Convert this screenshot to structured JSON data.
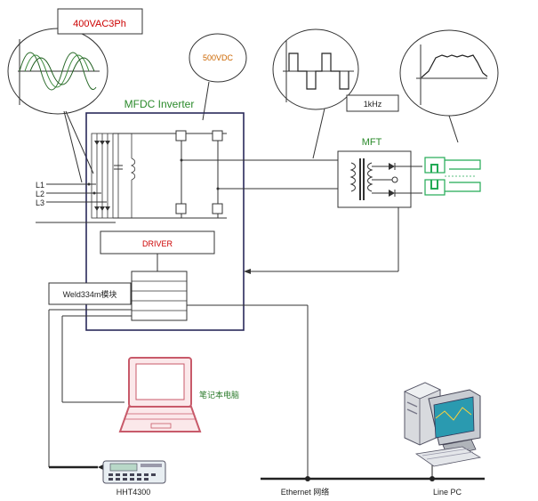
{
  "labels": {
    "supply_voltage": "400VAC3Ph",
    "dc_voltage": "500VDC",
    "inverter_title": "MFDC Inverter",
    "frequency": "1kHz",
    "transformer": "MFT",
    "phase_l1": "L1",
    "phase_l2": "L2",
    "phase_l3": "L3",
    "driver": "DRIVER",
    "weld_module": "Weld334m模块",
    "laptop": "笔记本电脑",
    "handheld": "HHT4300",
    "ethernet": "Ethernet 网络",
    "line_pc": "Line PC"
  },
  "colors": {
    "frame": "#2a2a5a",
    "line": "#333333",
    "box_red_text": "#cc0000",
    "box_orange_text": "#cc6600",
    "inverter_title": "#2a8a2a",
    "mft_title": "#2a8a2a",
    "electrode": "#22aa55",
    "laptop": "#c85a6a",
    "laptop_label": "#2a7a2a",
    "sine": "#2a6a2a"
  }
}
